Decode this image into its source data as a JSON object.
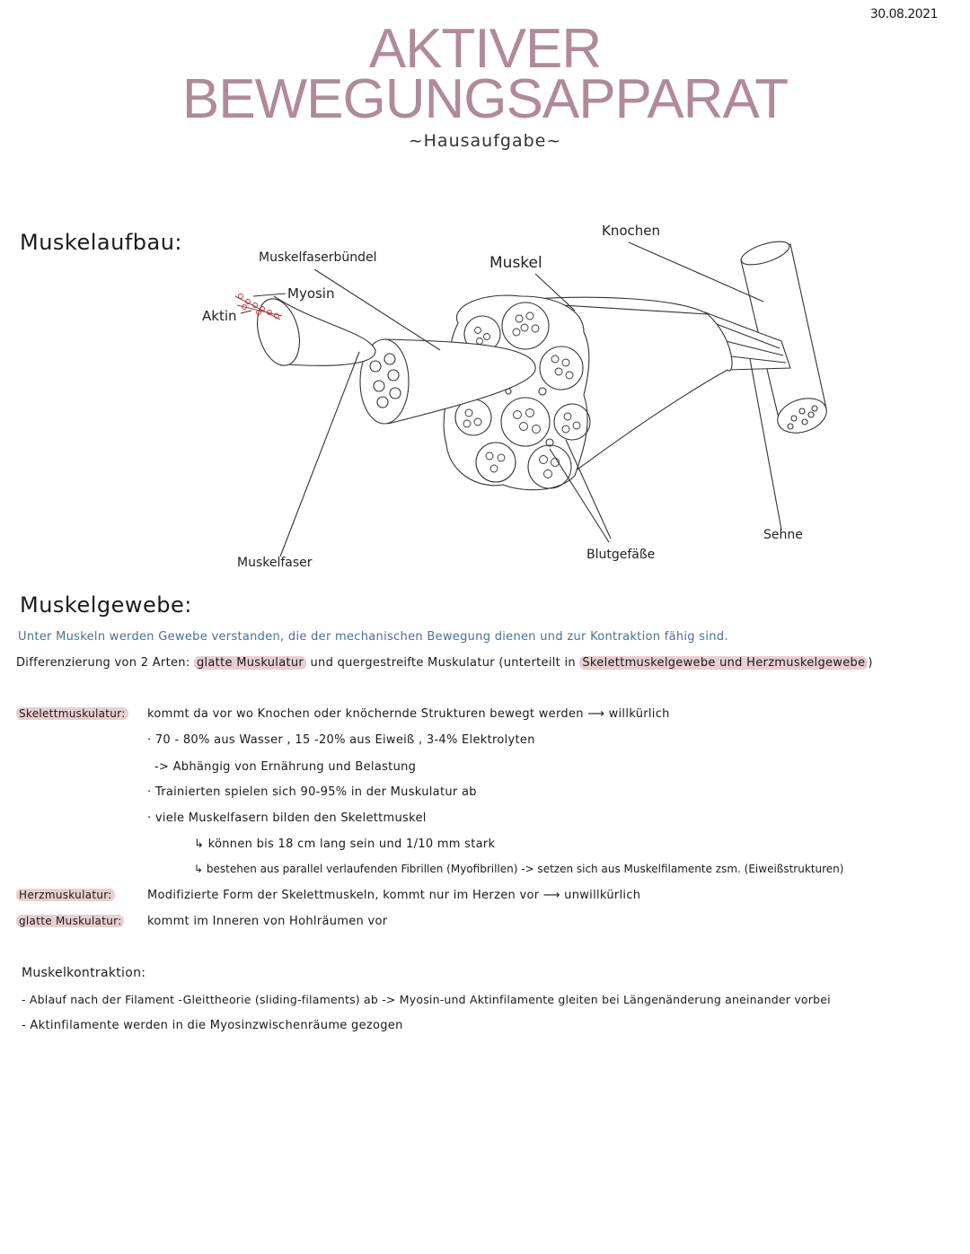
{
  "header": {
    "date": "30.08.2021",
    "title_line1": "AKTIVER",
    "title_line2": "BEWEGUNGSAPPARAT",
    "subtitle": "~Hausaufgabe~"
  },
  "section_aufbau": {
    "heading": "Muskelaufbau:",
    "labels": {
      "muskelfaserbuendel": "Muskelfaserbündel",
      "myosin": "Myosin",
      "aktin": "Aktin",
      "muskel": "Muskel",
      "knochen": "Knochen",
      "muskelfaser": "Muskelfaser",
      "blutgefaesse": "Blutgefäße",
      "sehne": "Sehne"
    }
  },
  "section_gewebe": {
    "heading": "Muskelgewebe:",
    "definition": "Unter Muskeln werden Gewebe verstanden, die der mechanischen Bewegung dienen und zur Kontraktion fähig sind.",
    "diff_prefix": "Differenzierung von 2 Arten:",
    "diff_glatte": "glatte Muskulatur",
    "diff_und": "und",
    "diff_quer": "quergestreifte Muskulatur (unterteilt in",
    "diff_skelett_herz": "Skelettmuskelgewebe und Herzmuskelgewebe",
    "diff_close": ")",
    "skelett_tag": "Skelettmuskulatur:",
    "skelett_lines": [
      "kommt da vor wo Knochen oder knöchernde Strukturen bewegt werden  ⟶  willkürlich",
      "· 70 - 80% aus Wasser , 15 -20% aus Eiweiß , 3-4% Elektrolyten",
      "-> Abhängig von Ernährung und Belastung",
      "· Trainierten spielen sich 90-95% in der Muskulatur ab",
      "· viele Muskelfasern bilden den Skelettmuskel",
      "↳ können bis 18 cm lang sein und 1/10 mm stark",
      "↳ bestehen aus parallel verlaufenden Fibrillen (Myofibrillen) -> setzen sich aus Muskelfilamente zsm. (Eiweißstrukturen)"
    ],
    "herz_tag": "Herzmuskulatur:",
    "herz_text": "Modifizierte Form der Skelettmuskeln, kommt nur im Herzen vor  ⟶ unwillkürlich",
    "glatt_tag": "glatte Muskulatur:",
    "glatt_text": "kommt im Inneren von Hohlräumen vor"
  },
  "section_kontraktion": {
    "heading": "Muskelkontraktion:",
    "lines": [
      "- Ablauf nach der Filament -Gleittheorie (sliding-filaments) ab -> Myosin-und Aktinfilamente gleiten bei Längenänderung aneinander vorbei",
      "- Aktinfilamente werden in die Myosinzwischenräume gezogen"
    ]
  }
}
